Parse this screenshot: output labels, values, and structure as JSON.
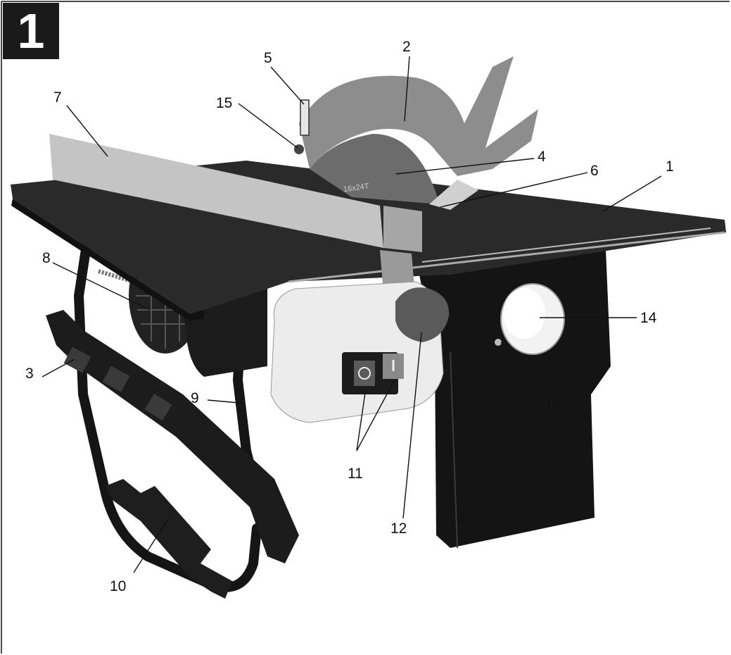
{
  "figure": {
    "number": "1"
  },
  "callouts": [
    {
      "id": "1",
      "label": "1"
    },
    {
      "id": "2",
      "label": "2"
    },
    {
      "id": "3",
      "label": "3"
    },
    {
      "id": "4",
      "label": "4"
    },
    {
      "id": "5",
      "label": "5"
    },
    {
      "id": "6",
      "label": "6"
    },
    {
      "id": "7",
      "label": "7"
    },
    {
      "id": "8",
      "label": "8"
    },
    {
      "id": "9",
      "label": "9"
    },
    {
      "id": "10",
      "label": "10"
    },
    {
      "id": "11",
      "label": "11"
    },
    {
      "id": "12",
      "label": "12"
    },
    {
      "id": "13",
      "label": "13"
    },
    {
      "id": "14",
      "label": "14"
    },
    {
      "id": "15",
      "label": "15"
    }
  ],
  "blade_marking": "16x24T",
  "colors": {
    "ink": "#111111",
    "table_top": "#2a2a2a",
    "fence": "#bdbdbd",
    "guard": "#8a8a8a",
    "motor_housing": "#ececec",
    "frame": "#151515"
  }
}
